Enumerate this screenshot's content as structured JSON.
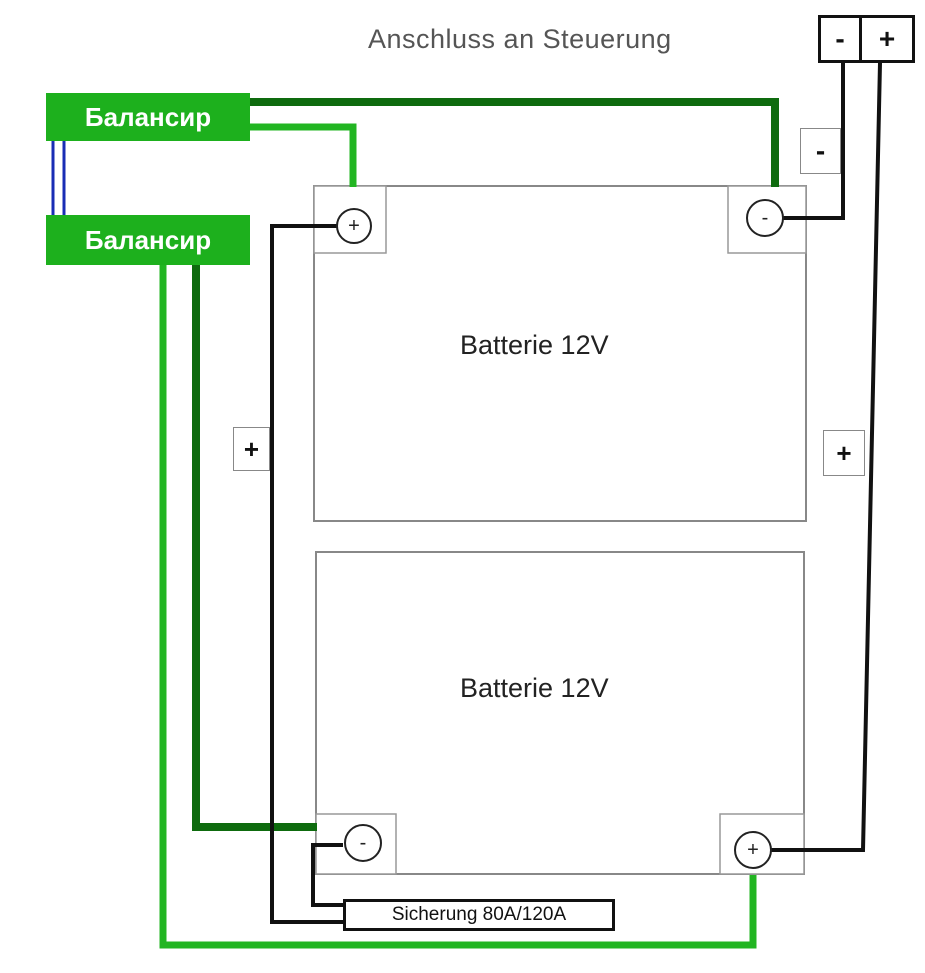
{
  "title": "Anschluss an Steuerung",
  "controller": {
    "minus": "-",
    "plus": "+"
  },
  "balancer_top": "Балансир",
  "balancer_bottom": "Балансир",
  "battery_top": "Batterie 12V",
  "battery_bottom": "Batterie 12V",
  "terminals": {
    "top_plus": "+",
    "top_minus": "-",
    "bottom_minus": "-",
    "bottom_plus": "+"
  },
  "wire_signs": {
    "left_plus": "+",
    "right_plus": "+",
    "right_minus": "-"
  },
  "fuse": "Sicherung 80A/120A",
  "colors": {
    "dark_green": "#0e6b0e",
    "light_green": "#22b522",
    "black": "#111111",
    "blue": "#1a2db5"
  }
}
